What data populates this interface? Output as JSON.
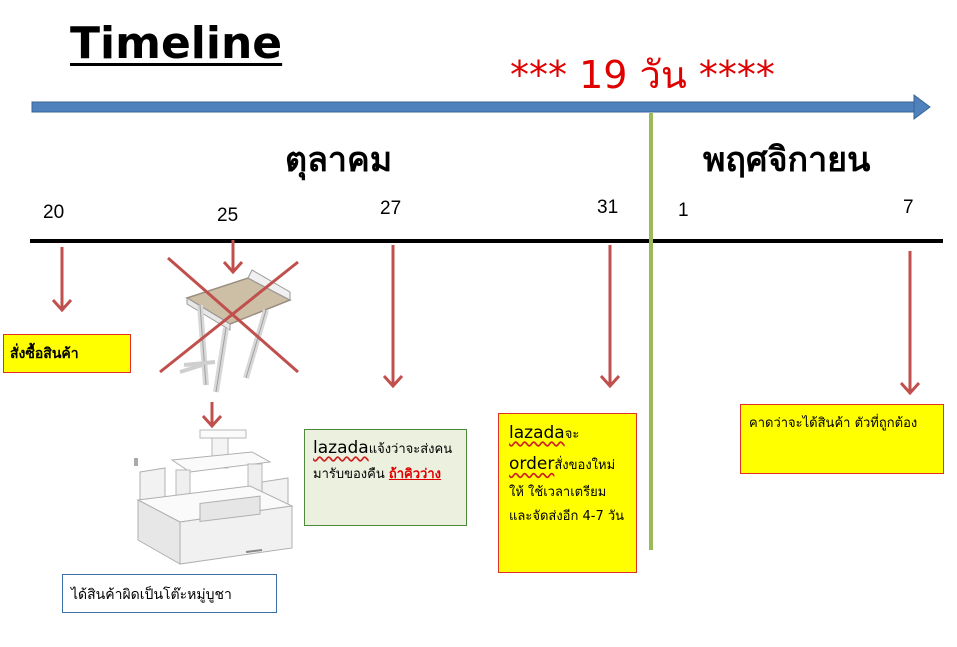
{
  "title": "Timeline",
  "duration": "*** 19 วัน ****",
  "months": {
    "october": "ตุลาคม",
    "november": "พฤศจิกายน"
  },
  "days": [
    "20",
    "25",
    "27",
    "31",
    "1",
    "7"
  ],
  "boxes": {
    "order": "สั่งซื้อสินค้า",
    "wrong_item": "ได้สินค้าผิดเป็นโต๊ะหมู่บูชา",
    "lazada_notice": {
      "brand": "lazada",
      "text": "แจ้งว่าจะส่งคนมารับของคืน ",
      "link": "ถ้าคิวว่าง"
    },
    "lazada_reorder": {
      "brand": "lazada",
      "text1": "จะ",
      "order_word": "order",
      "text2": "สั่งของใหม่ให้ ใช้เวลาเตรียมและจัดส่งอีก 4-7 วัน"
    },
    "expected": "คาดว่าจะได้สินค้า ตัวที่ถูกต้อง"
  },
  "colors": {
    "arrow_blue": "#4f81bd",
    "arrow_red": "#c0504d",
    "divider_green": "#9bbb59",
    "highlight_yellow": "#ffff00",
    "duration_red": "#e00000"
  }
}
